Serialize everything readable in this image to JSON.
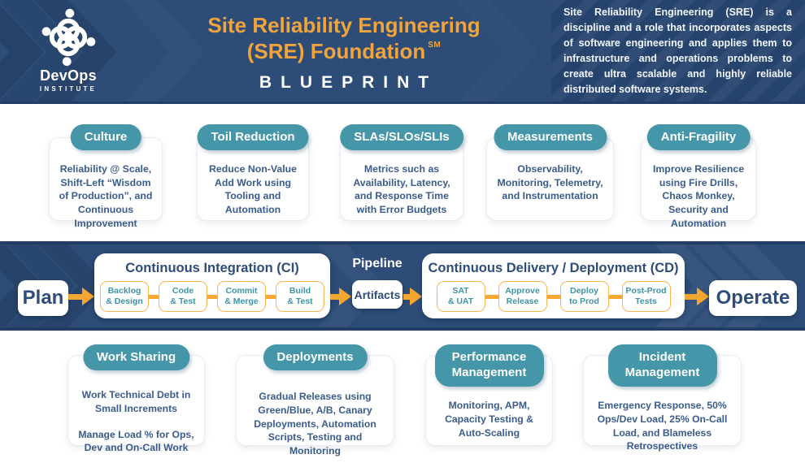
{
  "header": {
    "logo": {
      "name": "DevOps",
      "sub": "INSTITUTE"
    },
    "title_line1": "Site Reliability Engineering",
    "title_line2": "(SRE) Foundation",
    "title_mark": "SM",
    "subtitle": "BLUEPRINT",
    "description": "Site Reliability Engineering (SRE) is a discipline and a role that incorporates aspects of software engineering and applies them to infrastructure and operations problems to create ultra scalable and highly reliable distributed software systems."
  },
  "principles": [
    {
      "title": "Culture",
      "body": "Reliability @ Scale, Shift-Left “Wisdom of Production”, and Continuous Improvement"
    },
    {
      "title": "Toil Reduction",
      "body": "Reduce Non-Value Add Work using Tooling and Automation"
    },
    {
      "title": "SLAs/SLOs/SLIs",
      "body": "Metrics such as Availability, Latency, and Response Time with Error Budgets"
    },
    {
      "title": "Measurements",
      "body": "Observability, Monitoring, Telemetry, and Instrumentation"
    },
    {
      "title": "Anti-Fragility",
      "body": "Improve Resilience using Fire Drills, Chaos Monkey, Security and Automation"
    }
  ],
  "pipeline": {
    "start_label": "Plan",
    "ci": {
      "title": "Continuous Integration (CI)",
      "steps": [
        [
          "Backlog",
          "& Design"
        ],
        [
          "Code",
          "& Test"
        ],
        [
          "Commit",
          "& Merge"
        ],
        [
          "Build",
          "& Test"
        ]
      ]
    },
    "middle": {
      "label": "Pipeline",
      "box": "Artifacts"
    },
    "cd": {
      "title": "Continuous Delivery / Deployment (CD)",
      "steps": [
        [
          "SAT",
          "& UAT"
        ],
        [
          "Approve",
          "Release"
        ],
        [
          "Deploy",
          "to Prod"
        ],
        [
          "Post-Prod",
          "Tests"
        ]
      ]
    },
    "end_label": "Operate"
  },
  "practices": [
    {
      "title": "Work Sharing",
      "body1": "Work Technical Debt in Small Increments",
      "body2": "Manage Load % for Ops, Dev and On-Call Work"
    },
    {
      "title": "Deployments",
      "body1": "Gradual Releases using Green/Blue, A/B, Canary Deployments, Automation Scripts, Testing and Monitoring"
    },
    {
      "title": "Performance Management",
      "body1": "Monitoring, APM, Capacity Testing & Auto-Scaling"
    },
    {
      "title": "Incident Management",
      "body1": "Emergency Response, 50% Ops/Dev Load, 25% On-Call Load, and Blameless Retrospectives"
    }
  ],
  "colors": {
    "navy": "#2D4C77",
    "navy_dark": "#223E66",
    "teal": "#4596A8",
    "orange": "#F5A62F",
    "title_orange": "#F1A43C",
    "body_text": "#3A5C8C"
  }
}
